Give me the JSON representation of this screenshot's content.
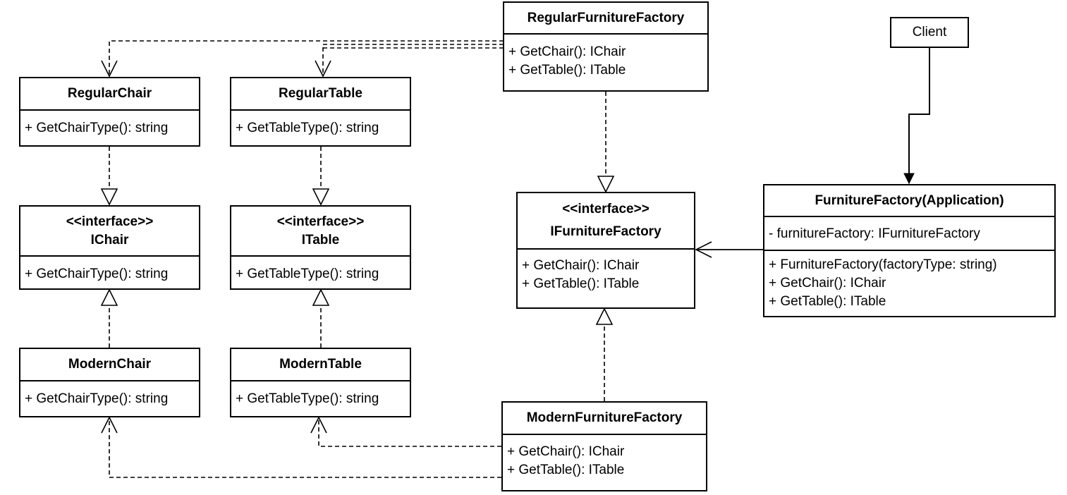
{
  "diagram": {
    "classes": {
      "regular_chair": {
        "name": "RegularChair",
        "methods": [
          "+ GetChairType(): string"
        ]
      },
      "regular_table": {
        "name": "RegularTable",
        "methods": [
          "+ GetTableType(): string"
        ]
      },
      "ichair": {
        "stereotype": "<<interface>>",
        "name": "IChair",
        "methods": [
          "+ GetChairType(): string"
        ]
      },
      "itable": {
        "stereotype": "<<interface>>",
        "name": "ITable",
        "methods": [
          "+ GetTableType(): string"
        ]
      },
      "modern_chair": {
        "name": "ModernChair",
        "methods": [
          "+ GetChairType(): string"
        ]
      },
      "modern_table": {
        "name": "ModernTable",
        "methods": [
          "+ GetTableType(): string"
        ]
      },
      "regular_furniture_factory": {
        "name": "RegularFurnitureFactory",
        "methods": [
          "+ GetChair(): IChair",
          "+ GetTable(): ITable"
        ]
      },
      "ifurniture_factory": {
        "stereotype": "<<interface>>",
        "name": "IFurnitureFactory",
        "methods": [
          "+ GetChair(): IChair",
          "+ GetTable(): ITable"
        ]
      },
      "modern_furniture_factory": {
        "name": "ModernFurnitureFactory",
        "methods": [
          "+ GetChair(): IChair",
          "+ GetTable(): ITable"
        ]
      },
      "furniture_factory_app": {
        "name": "FurnitureFactory(Application)",
        "attributes": [
          "- furnitureFactory: IFurnitureFactory"
        ],
        "methods": [
          "+ FurnitureFactory(factoryType: string)",
          "+ GetChair(): IChair",
          "+ GetTable(): ITable"
        ]
      }
    },
    "client": {
      "label": "Client"
    },
    "relationships": [
      {
        "from": "regular_furniture_factory",
        "to": "regular_chair",
        "kind": "dependency"
      },
      {
        "from": "regular_furniture_factory",
        "to": "regular_table",
        "kind": "dependency"
      },
      {
        "from": "regular_chair",
        "to": "ichair",
        "kind": "realization"
      },
      {
        "from": "regular_table",
        "to": "itable",
        "kind": "realization"
      },
      {
        "from": "modern_chair",
        "to": "ichair",
        "kind": "realization"
      },
      {
        "from": "modern_table",
        "to": "itable",
        "kind": "realization"
      },
      {
        "from": "regular_furniture_factory",
        "to": "ifurniture_factory",
        "kind": "realization"
      },
      {
        "from": "modern_furniture_factory",
        "to": "ifurniture_factory",
        "kind": "realization"
      },
      {
        "from": "modern_furniture_factory",
        "to": "modern_chair",
        "kind": "dependency"
      },
      {
        "from": "modern_furniture_factory",
        "to": "modern_table",
        "kind": "dependency"
      },
      {
        "from": "furniture_factory_app",
        "to": "ifurniture_factory",
        "kind": "association"
      },
      {
        "from": "client",
        "to": "furniture_factory_app",
        "kind": "association"
      }
    ]
  }
}
